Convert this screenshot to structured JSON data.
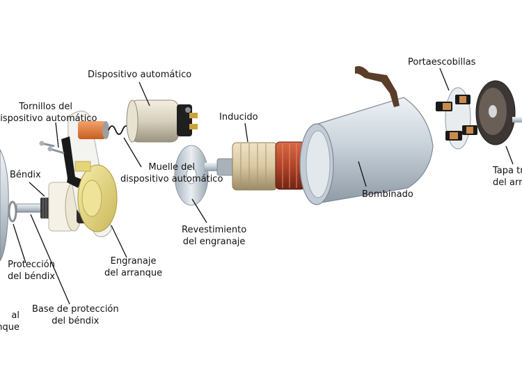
{
  "diagram": {
    "labels": {
      "dispositivo_automatico": [
        "Dispositivo automático"
      ],
      "tornillos": [
        "Tornillos del",
        "dispositivo automático"
      ],
      "inducido": [
        "Inducido"
      ],
      "portaescobillas": [
        "Portaescobillas"
      ],
      "bendix": [
        "Béndix"
      ],
      "muelle": [
        "Muelle del",
        "dispositivo automático"
      ],
      "bombinado": [
        "Bombinado"
      ],
      "tapa": [
        "Tapa tr",
        "del arra"
      ],
      "revestimiento": [
        "Revestimiento",
        "del engranaje"
      ],
      "proteccion": [
        "Protección",
        "del béndix"
      ],
      "engranaje": [
        "Engranaje",
        "del arranque"
      ],
      "base_proteccion": [
        "Base de protección",
        "del béndix"
      ],
      "tapa_izquierda": [
        "al",
        "anque"
      ]
    },
    "colors": {
      "metal": "#c9d2da",
      "copper": "#b0442a",
      "yellow_gear": "#e8da84",
      "black": "#1a1a1a",
      "laminate": "#d9c8a2"
    }
  }
}
